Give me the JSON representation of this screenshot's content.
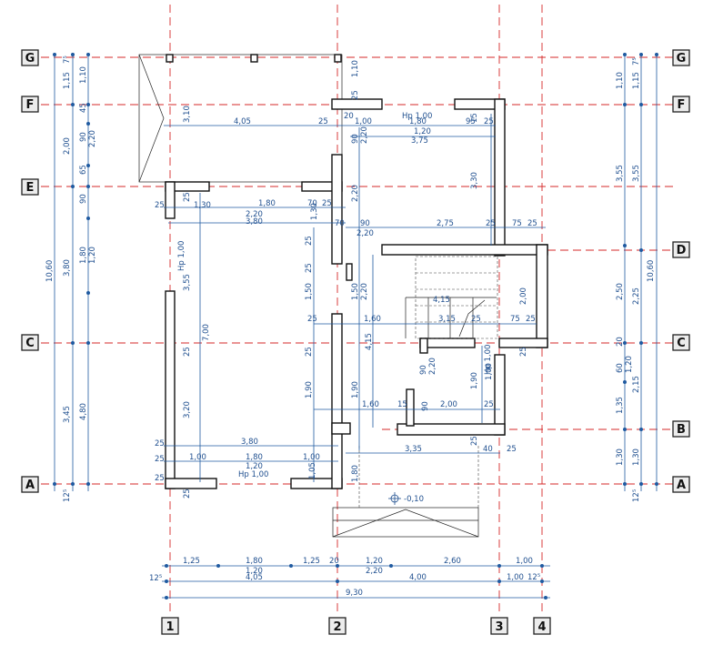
{
  "axes_horizontal": [
    "G",
    "F",
    "E",
    "D",
    "C",
    "B",
    "A"
  ],
  "axes_vertical": [
    "1",
    "2",
    "3",
    "4"
  ],
  "elevation": "-0,10",
  "hp_labels": [
    "Hp 1,00",
    "Hp 1,00",
    "Hp 1,00",
    "Hp 1,00"
  ],
  "left_dims_outer": [
    "7⁵",
    "1,15",
    "2,00",
    "10,60",
    "3,45",
    "12⁵"
  ],
  "left_dims_mid": [
    "1,10",
    "45",
    "90",
    "65",
    "90",
    "3,80",
    "4,80"
  ],
  "left_dims_inner": [
    "2,20",
    "1,80",
    "1,20"
  ],
  "right_dims_outer": [
    "7⁵",
    "1,15",
    "3,55",
    "10,60",
    "2,25",
    "2,15",
    "1,30",
    "12⁵"
  ],
  "right_dims_inner": [
    "1,10",
    "3,55",
    "2,50",
    "20",
    "60",
    "1,20",
    "1,35",
    "1,30"
  ],
  "bottom_row1": [
    "1,25",
    "1,80",
    "1,25",
    "20",
    "1,20",
    "2,60",
    "1,00"
  ],
  "bottom_row2": [
    "1,20",
    "2,20"
  ],
  "bottom_row3": [
    "12⁵",
    "4,05",
    "4,00",
    "1,00",
    "12⁵"
  ],
  "bottom_total": "9,30",
  "interior_dims": [
    "4,05",
    "25",
    "1,00",
    "1,80",
    "95",
    "25",
    "1,20",
    "3,75",
    "3,10",
    "1,10",
    "25",
    "20",
    "15",
    "90",
    "2,20",
    "3,30",
    "25",
    "1,30",
    "25",
    "1,80",
    "70",
    "25",
    "2,20",
    "3,80",
    "1,30",
    "2,20",
    "70",
    "90",
    "2,75",
    "25",
    "75",
    "25",
    "2,20",
    "25",
    "25",
    "3,55",
    "1,50",
    "1,50",
    "2,20",
    "4,15",
    "2,00",
    "25",
    "1,60",
    "3,15",
    "25",
    "75",
    "25",
    "7,00",
    "25",
    "25",
    "4,15",
    "25",
    "1,00",
    "90",
    "2,20",
    "1,90",
    "1,90",
    "1,90",
    "1,60",
    "15",
    "90",
    "2,00",
    "25",
    "3,20",
    "3,80",
    "25",
    "3,35",
    "25",
    "40",
    "25",
    "1,00",
    "1,80",
    "1,00",
    "1,20",
    "25",
    "1,05",
    "1,80",
    "25",
    "25"
  ]
}
